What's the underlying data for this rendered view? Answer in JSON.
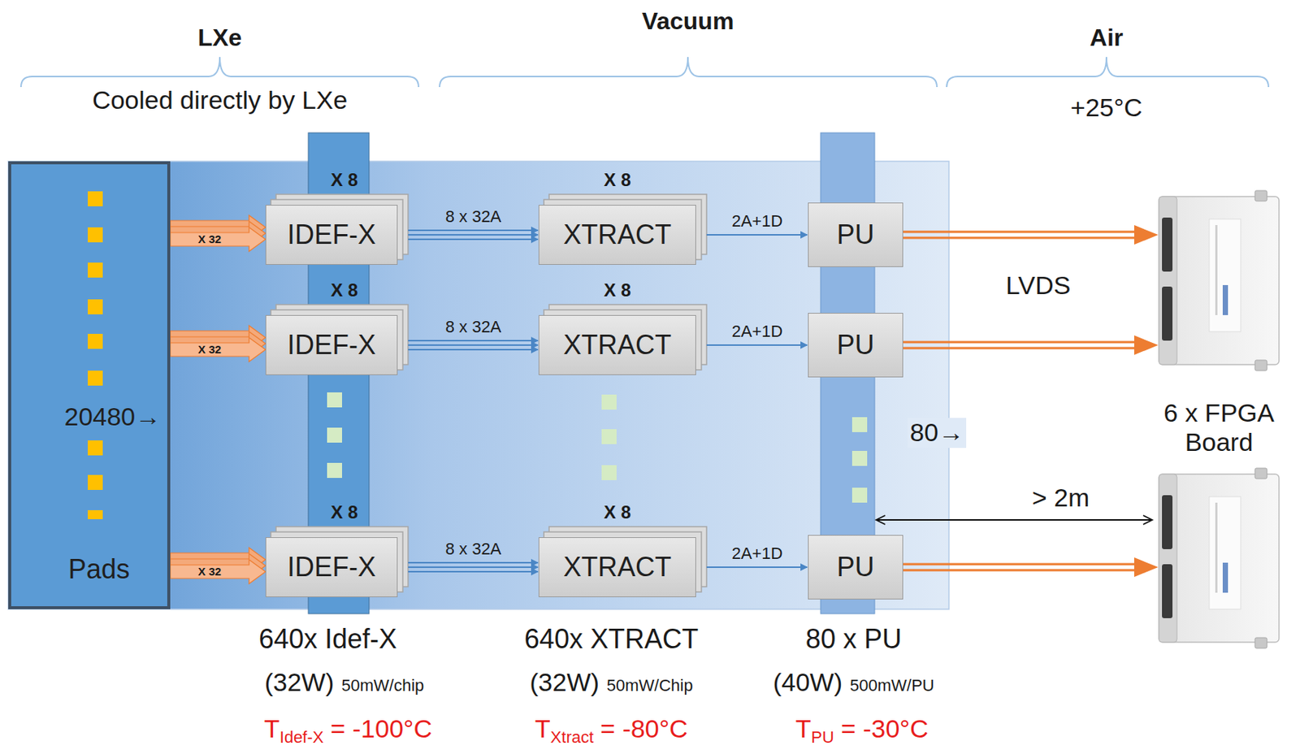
{
  "diagram": {
    "nodes": [
      {
        "text": [
          "20480→",
          "Pads"
        ]
      },
      {
        "text": [
          "IDEF-X"
        ]
      },
      {
        "text": [
          "XTRACT"
        ]
      },
      {
        "text": [
          "PU"
        ]
      },
      {
        "text": [
          "IDEF-X"
        ]
      },
      {
        "text": [
          "XTRACT"
        ]
      },
      {
        "text": [
          "PU"
        ]
      },
      {
        "text": [
          "IDEF-X"
        ]
      },
      {
        "text": [
          "XTRACT"
        ]
      },
      {
        "text": [
          "PU"
        ]
      }
    ],
    "edges": [
      {
        "from": 0,
        "to": 1,
        "label": "X 32",
        "arrow": "to"
      },
      {
        "from": 1,
        "to": 2,
        "label": "8 x 32A",
        "arrow": "to"
      },
      {
        "from": 2,
        "to": 3,
        "label": "2A+1D",
        "arrow": "to"
      },
      {
        "from": 0,
        "to": 4,
        "label": "X 32",
        "arrow": "to"
      },
      {
        "from": 4,
        "to": 5,
        "label": "8 x 32A",
        "arrow": "to"
      },
      {
        "from": 5,
        "to": 6,
        "label": "2A+1D",
        "arrow": "to"
      },
      {
        "from": 0,
        "to": 7,
        "label": "X 32",
        "arrow": "to"
      },
      {
        "from": 7,
        "to": 8,
        "label": "8 x 32A",
        "arrow": "to"
      },
      {
        "from": 8,
        "to": 9,
        "label": "2A+1D",
        "arrow": "to"
      }
    ],
    "labels": [
      "LXe",
      "Vacuum",
      "Air",
      "Cooled directly by LXe",
      "+25°C",
      "X 8",
      "X 8",
      "LVDS",
      "X 8",
      "X 8",
      "80→",
      "6 x FPGA Board",
      "X 8",
      "X 8",
      "> 2m",
      "640x Idef-X",
      "640x XTRACT",
      "80 x PU",
      "(32W)",
      "50mW/chip",
      "(32W)",
      "50mW/Chip",
      "(40W)",
      "500mW/PU",
      "T",
      "Idef-X",
      "= -100°C",
      "T",
      "Xtract",
      "= -80°C",
      "T",
      "PU",
      "= -30°C"
    ]
  }
}
